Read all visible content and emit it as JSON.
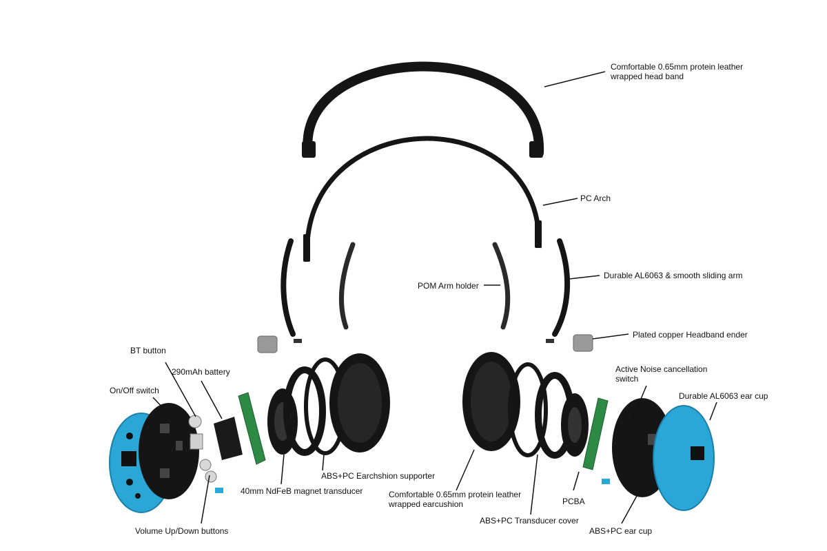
{
  "diagram": {
    "colors": {
      "black_part": "#151515",
      "dark_part": "#2a2a2a",
      "cup_blue": "#2aa7d6",
      "cup_blue_dark": "#1b7fa8",
      "pcb_green": "#2d8a45",
      "metal": "#9a9a9a",
      "leader": "#111111"
    },
    "labels": {
      "headband": "Comfortable 0.65mm protein leather\nwrapped head band",
      "pc_arch": "PC Arch",
      "sliding_arm": "Durable AL6063 & smooth sliding arm",
      "pom_arm_holder": "POM Arm holder",
      "headband_ender": "Plated copper Headband ender",
      "bt_button": "BT button",
      "battery": "290mAh battery",
      "on_off_switch": "On/Off switch",
      "anc_switch": "Active Noise cancellation\nswitch",
      "durable_ear_cup": "Durable AL6063 ear cup",
      "earcushion_supporter": "ABS+PC Earchshion supporter",
      "magnet_transducer": "40mm NdFeB magnet transducer",
      "earcushion": "Comfortable 0.65mm protein leather\nwrapped earcushion",
      "pcba": "PCBA",
      "transducer_cover": "ABS+PC Transducer cover",
      "ear_cup_abs": "ABS+PC ear cup",
      "volume_buttons": "Volume Up/Down buttons"
    }
  }
}
